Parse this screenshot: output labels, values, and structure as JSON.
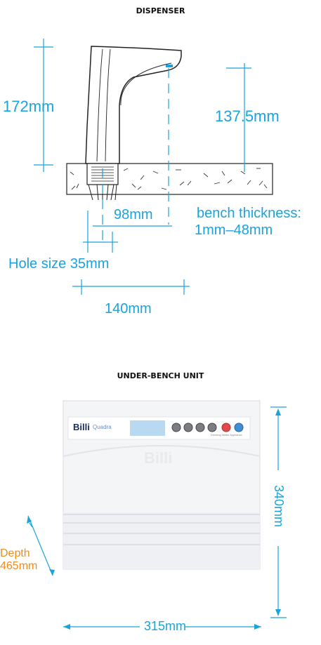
{
  "dispenser": {
    "heading": "DISPENSER",
    "dims": {
      "height": "172mm",
      "spout_height": "137.5mm",
      "reach": "98mm",
      "bench_thickness_line1": "bench thickness:",
      "bench_thickness_line2": "1mm–48mm",
      "hole_size": "Hole size 35mm",
      "base_width": "140mm"
    }
  },
  "unit": {
    "heading": "UNDER-BENCH UNIT",
    "brand": "Billi",
    "model": "Quadra",
    "caption": "Drinking Water Appliance",
    "watermark": "Billi",
    "dims": {
      "height": "340mm",
      "depth_line1": "Depth",
      "depth_line2": "465mm",
      "width": "315mm"
    }
  },
  "colors": {
    "dimension": "#1aa3dc",
    "depth": "#f28b1d"
  }
}
